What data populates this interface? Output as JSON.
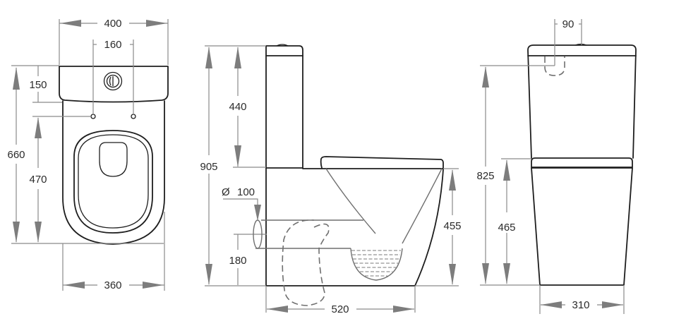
{
  "drawing": {
    "title": "Close-coupled toilet dimension drawing",
    "views": {
      "top": {
        "overall_width": "400",
        "fixing_hole_spacing": "160",
        "cistern_depth": "150",
        "overall_depth": "660",
        "fixing_to_front": "470",
        "bowl_width": "360"
      },
      "side": {
        "overall_height": "905",
        "cistern_height": "440",
        "waste_diameter_symbol": "Ø",
        "waste_diameter": "100",
        "waste_height": "180",
        "seat_height": "455",
        "overall_length": "520"
      },
      "rear": {
        "inlet_offset": "90",
        "inlet_height": "825",
        "pan_height": "465",
        "base_width": "310"
      }
    },
    "colors": {
      "outline": "#1e1e1e",
      "dimension_line": "#8a8a8a",
      "hidden_line": "#6f6f6f",
      "label": "#2b2b2b",
      "background": "#ffffff"
    }
  }
}
